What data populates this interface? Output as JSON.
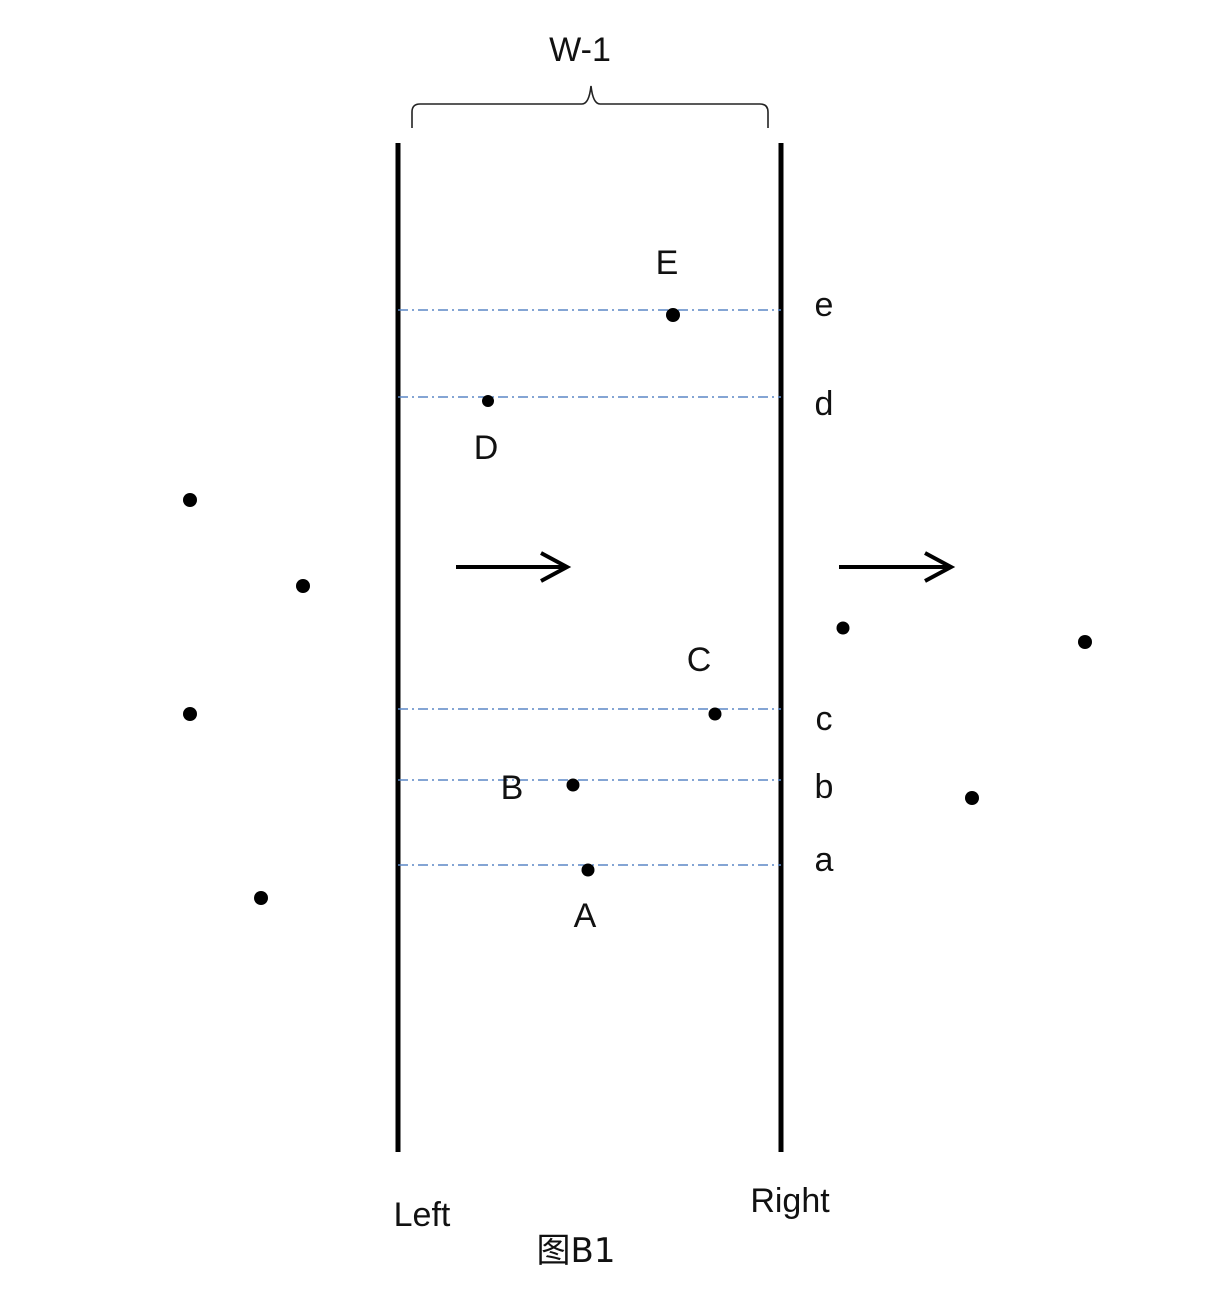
{
  "figure": {
    "width_label": "W-1",
    "left_label": "Left",
    "right_label": "Right",
    "caption": "图B1"
  },
  "points": {
    "inside": [
      {
        "id": "point-e",
        "label": "E"
      },
      {
        "id": "point-d",
        "label": "D"
      },
      {
        "id": "point-c",
        "label": "C"
      },
      {
        "id": "point-b",
        "label": "B"
      },
      {
        "id": "point-a",
        "label": "A"
      }
    ]
  },
  "levels": [
    {
      "id": "level-e",
      "label": "e"
    },
    {
      "id": "level-d",
      "label": "d"
    },
    {
      "id": "level-c",
      "label": "c"
    },
    {
      "id": "level-b",
      "label": "b"
    },
    {
      "id": "level-a",
      "label": "a"
    }
  ],
  "colors": {
    "boundary": "#000000",
    "guide": "#5b87c5",
    "text": "#111111"
  },
  "icons": {
    "arrow": "right-arrow-icon",
    "brace": "curly-brace-icon"
  }
}
